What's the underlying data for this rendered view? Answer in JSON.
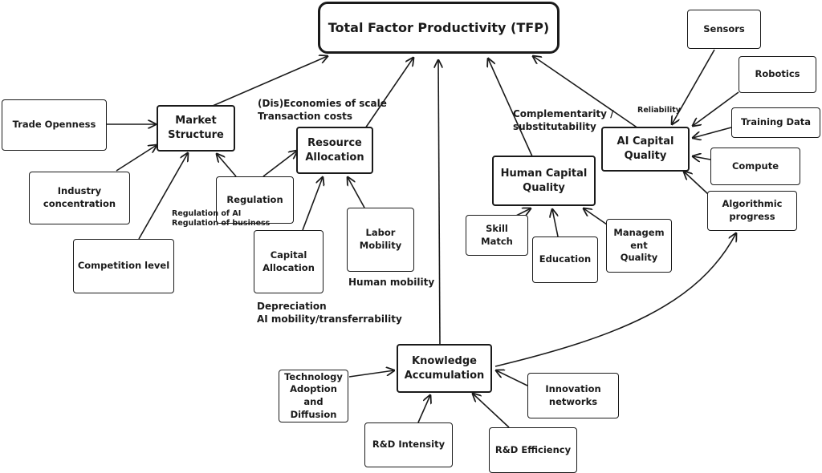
{
  "nodes": {
    "tfp": "Total Factor Productivity (TFP)",
    "market_structure": "Market\nStructure",
    "trade_openness": "Trade Openness",
    "industry_concentration": "Industry\nconcentration",
    "competition_level": "Competition level",
    "regulation": "Regulation",
    "resource_allocation": "Resource\nAllocation",
    "capital_allocation": "Capital\nAllocation",
    "labor_mobility": "Labor\nMobility",
    "human_capital_quality": "Human Capital\nQuality",
    "skill_match": "Skill\nMatch",
    "education": "Education",
    "management_quality": "Managem\nent\nQuality",
    "ai_capital_quality": "AI Capital\nQuality",
    "sensors": "Sensors",
    "robotics": "Robotics",
    "training_data": "Training Data",
    "compute": "Compute",
    "algorithmic_progress": "Algorithmic\nprogress",
    "knowledge_accumulation": "Knowledge\nAccumulation",
    "technology_adoption": "Technology\nAdoption and\nDiffusion",
    "rd_intensity": "R&D Intensity",
    "rd_efficiency": "R&D Efficiency",
    "innovation_networks": "Innovation\nnetworks"
  },
  "labels": {
    "economies_of_scale": "(Dis)Economies of scale\nTransaction costs",
    "regulation_notes": "Regulation of AI\nRegulation of business",
    "depreciation": "Depreciation\nAI mobility/transferrability",
    "human_mobility": "Human mobility",
    "complementarity": "Complementarity /\nsubstitutability",
    "reliability": "Reliability"
  }
}
